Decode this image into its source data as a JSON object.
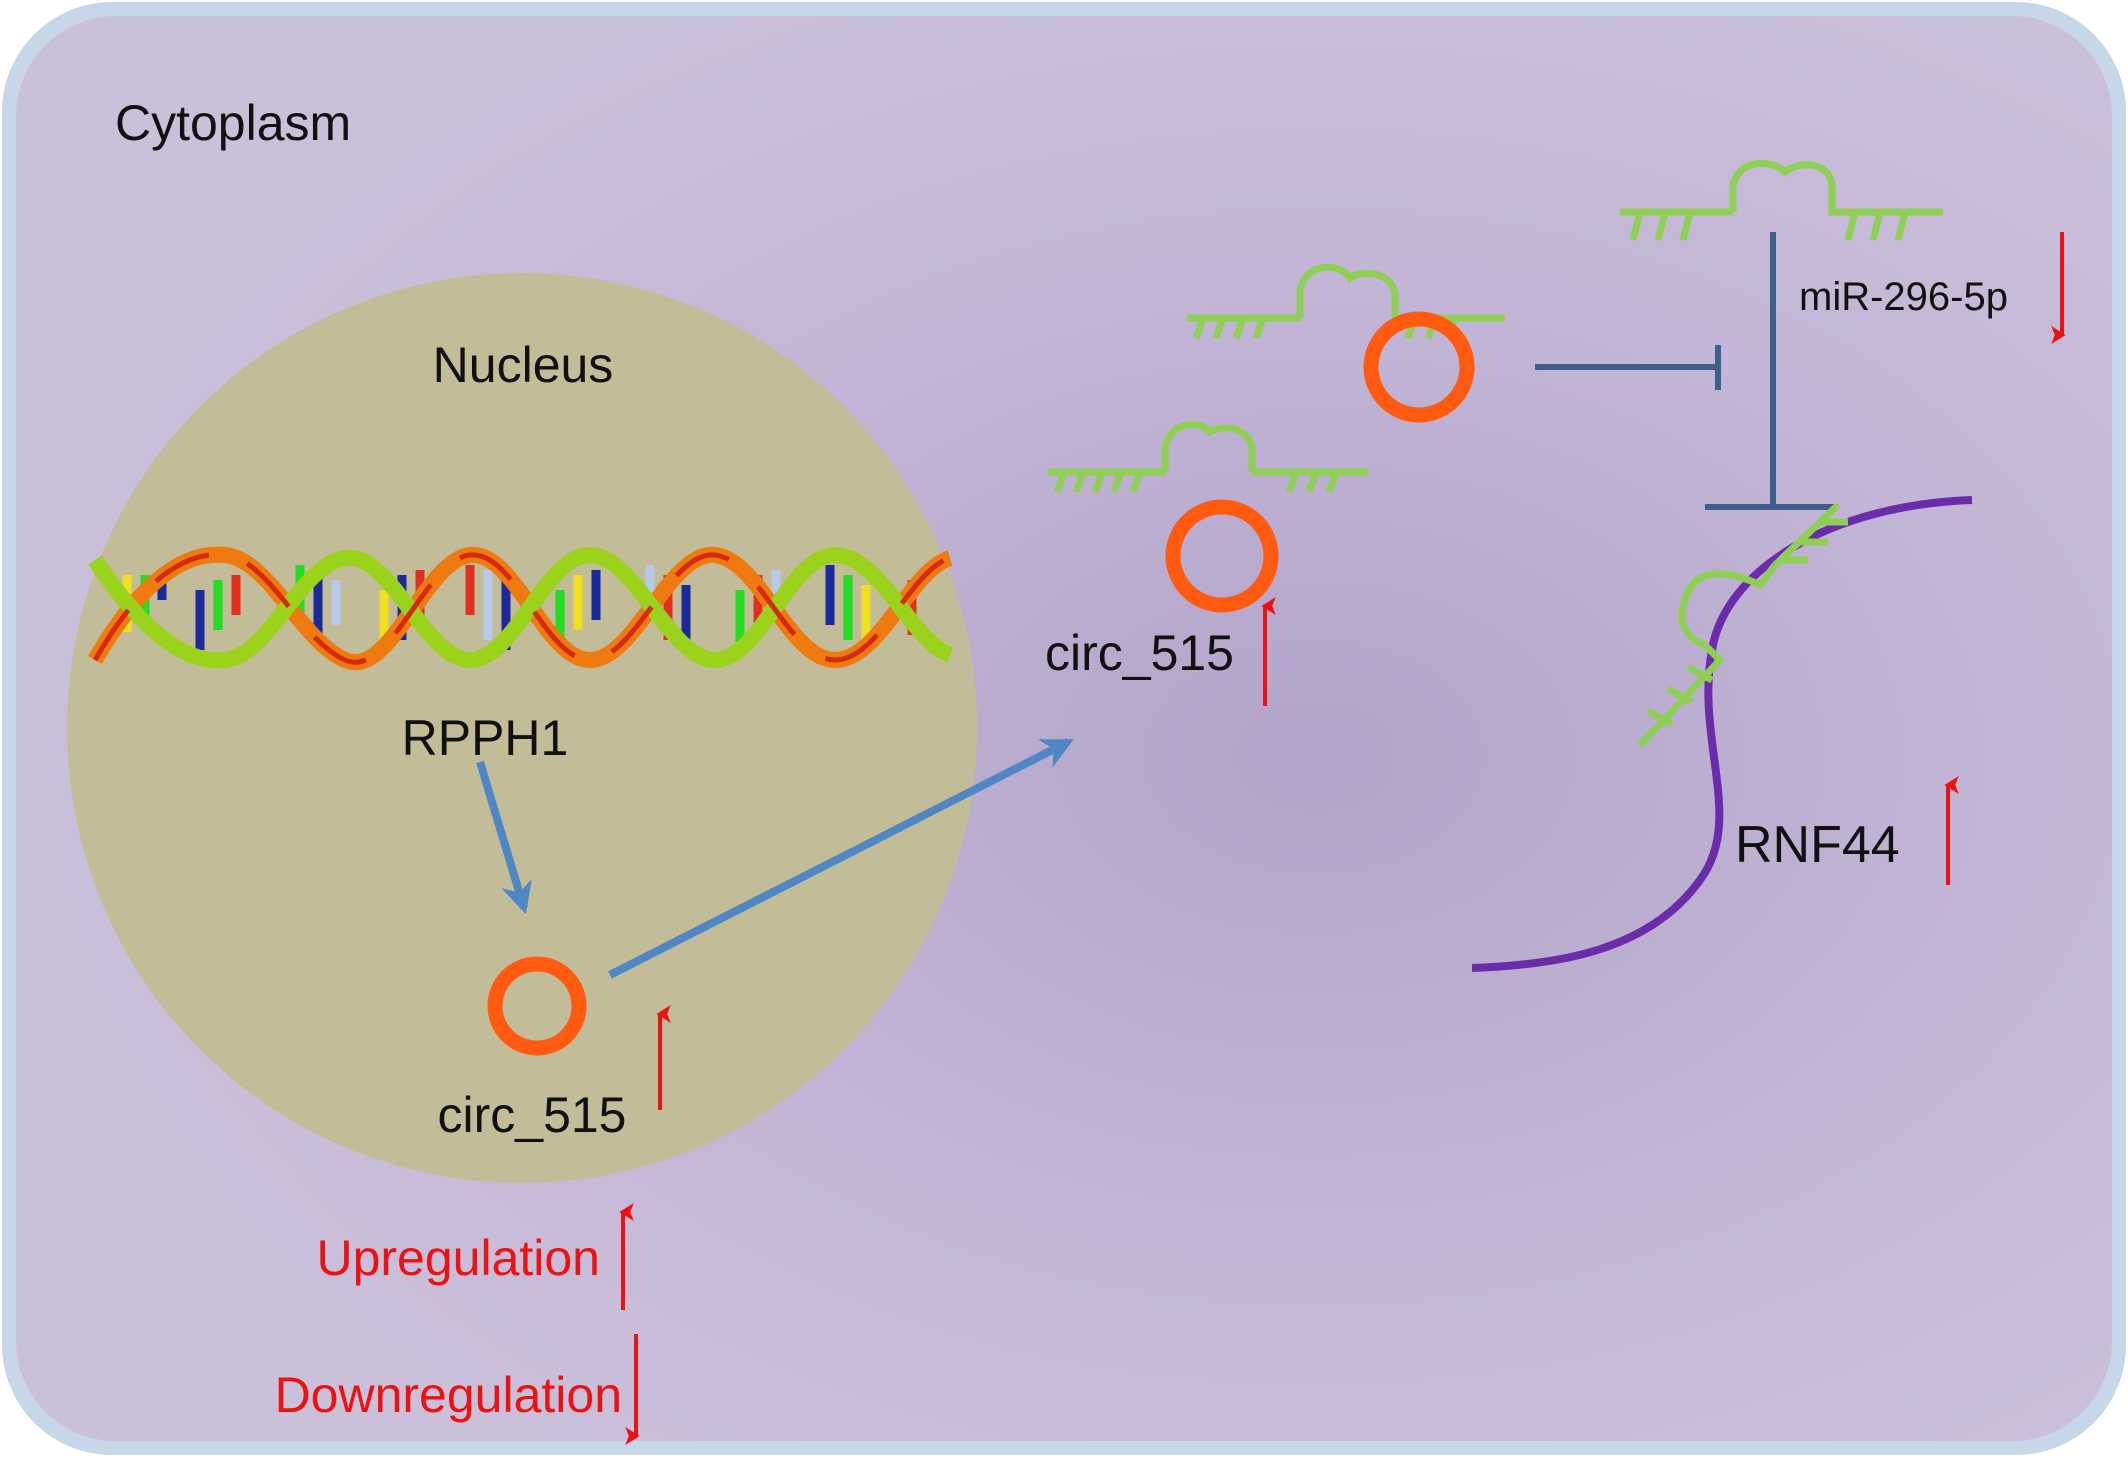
{
  "labels": {
    "cytoplasm": "Cytoplasm",
    "nucleus": "Nucleus",
    "gene": "RPPH1",
    "circ_nucleus": "circ_515",
    "circ_cytoplasm": "circ_515",
    "mirna": "miR-296-5p",
    "target": "RNF44"
  },
  "legend": {
    "up_label": "Upregulation",
    "down_label": "Downregulation"
  },
  "regulation": {
    "circ_515": "up",
    "miR-296-5p": "down",
    "RNF44": "up"
  },
  "colors": {
    "cell_border": "#c5d4e8",
    "cytoplasm": "#cbbfdb",
    "nucleus": "#c3bc98",
    "circ_rna": "#ff5a10",
    "mirna": "#8fcf55",
    "mrna": "#6a2ca8",
    "flow_arrow": "#4e87c3",
    "inhibition": "#3e5f8a",
    "regulation_arrow": "#ee1111"
  }
}
